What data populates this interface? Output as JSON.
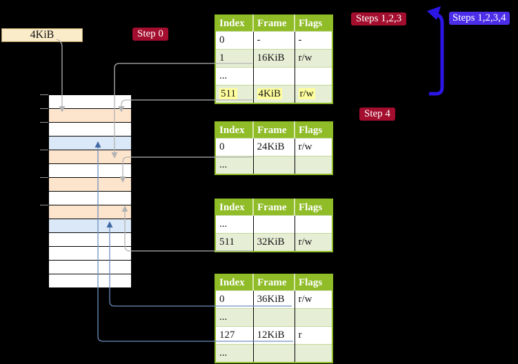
{
  "labels": {
    "page_size": "4KiB"
  },
  "badges": {
    "step0": {
      "label": "Step 0",
      "color": "#a30e2e"
    },
    "steps123": {
      "label": "Steps 1,2,3",
      "color": "#a30e2e"
    },
    "steps1234": {
      "label": "Steps 1,2,3,4",
      "color": "#4c2ee8"
    },
    "step4": {
      "label": "Step 4",
      "color": "#a30e2e"
    }
  },
  "memory": {
    "rows": [
      {
        "color": "white"
      },
      {
        "color": "orange"
      },
      {
        "color": "white"
      },
      {
        "color": "blue"
      },
      {
        "color": "orange"
      },
      {
        "color": "white"
      },
      {
        "color": "orange"
      },
      {
        "color": "white"
      },
      {
        "color": "orange"
      },
      {
        "color": "blue"
      },
      {
        "color": "white"
      },
      {
        "color": "white"
      },
      {
        "color": "white"
      },
      {
        "color": "white"
      }
    ],
    "colors": {
      "white": "#ffffff",
      "orange": "#fde5cd",
      "blue": "#dbe8f7"
    }
  },
  "tables": [
    {
      "name": "page-table-1",
      "headers": [
        "Index",
        "Frame",
        "Flags"
      ],
      "rows": [
        {
          "cells": [
            "0",
            "-",
            "-"
          ],
          "highlight": false
        },
        {
          "cells": [
            "1",
            "16KiB",
            "r/w"
          ],
          "highlight": false
        },
        {
          "cells": [
            "...",
            "",
            ""
          ],
          "highlight": false
        },
        {
          "cells": [
            "511",
            "4KiB",
            "r/w"
          ],
          "highlight": true
        }
      ]
    },
    {
      "name": "page-table-2",
      "headers": [
        "Index",
        "Frame",
        "Flags"
      ],
      "rows": [
        {
          "cells": [
            "0",
            "24KiB",
            "r/w"
          ],
          "highlight": false
        },
        {
          "cells": [
            "...",
            "",
            ""
          ],
          "highlight": false
        }
      ]
    },
    {
      "name": "page-table-3",
      "headers": [
        "Index",
        "Frame",
        "Flags"
      ],
      "rows": [
        {
          "cells": [
            "...",
            "",
            ""
          ],
          "highlight": false
        },
        {
          "cells": [
            "511",
            "32KiB",
            "r/w"
          ],
          "highlight": false
        }
      ]
    },
    {
      "name": "page-table-4",
      "headers": [
        "Index",
        "Frame",
        "Flags"
      ],
      "rows": [
        {
          "cells": [
            "0",
            "36KiB",
            "r/w"
          ],
          "highlight": false
        },
        {
          "cells": [
            "...",
            "",
            ""
          ],
          "highlight": false
        },
        {
          "cells": [
            "127",
            "12KiB",
            "r"
          ],
          "highlight": false
        },
        {
          "cells": [
            "...",
            "",
            ""
          ],
          "highlight": false
        }
      ]
    }
  ],
  "theme": {
    "background": "#000000",
    "table_header_green": "#8fbc27",
    "table_alt_row": "#e7eed6",
    "highlight_yellow": "#ffff9d",
    "badge_red": "#a30e2e",
    "badge_blue": "#4c2ee8",
    "gray_arrow": "#b3b3b3",
    "blue_arrow_line": "#6d8fbf",
    "blue_arrow_head": "#3f68a5",
    "thick_blue_arrow": "#2b16e6"
  }
}
